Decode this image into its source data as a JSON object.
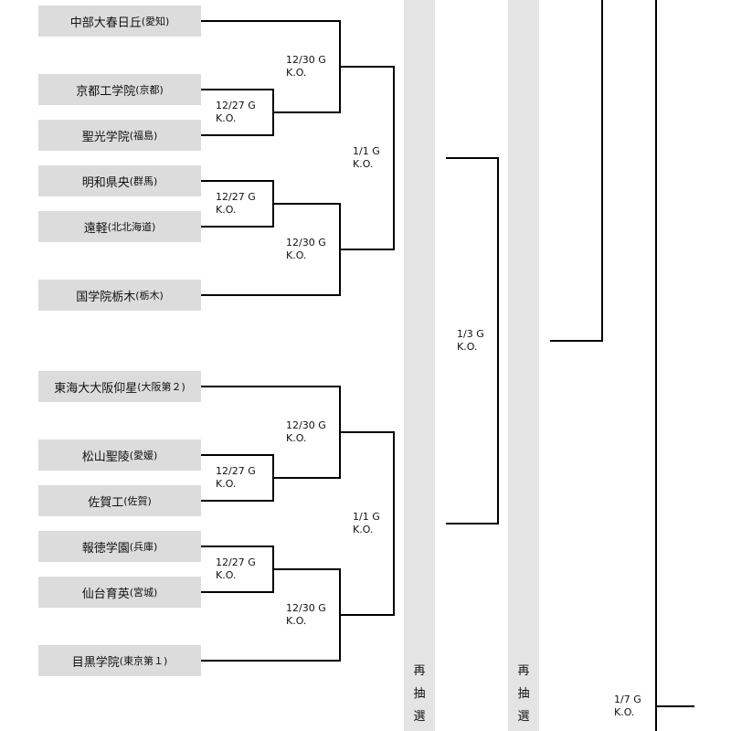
{
  "teams": [
    {
      "name": "中部大春日丘",
      "pref": "(愛知)"
    },
    {
      "name": "京都工学院",
      "pref": "(京都)"
    },
    {
      "name": "聖光学院",
      "pref": "(福島)"
    },
    {
      "name": "明和県央",
      "pref": "(群馬)"
    },
    {
      "name": "遠軽",
      "pref": "(北北海道)"
    },
    {
      "name": "国学院栃木",
      "pref": "(栃木)"
    },
    {
      "name": "東海大大阪仰星",
      "pref": "(大阪第２)"
    },
    {
      "name": "松山聖陵",
      "pref": "(愛媛)"
    },
    {
      "name": "佐賀工",
      "pref": "(佐賀)"
    },
    {
      "name": "報徳学園",
      "pref": "(兵庫)"
    },
    {
      "name": "仙台育英",
      "pref": "(宮城)"
    },
    {
      "name": "目黒学院",
      "pref": "(東京第１)"
    }
  ],
  "matches": [
    {
      "date": "12/30 G",
      "time": "K.O."
    },
    {
      "date": "12/27 G",
      "time": "K.O."
    },
    {
      "date": "1/1 G",
      "time": "K.O."
    },
    {
      "date": "12/27 G",
      "time": "K.O."
    },
    {
      "date": "12/30 G",
      "time": "K.O."
    },
    {
      "date": "1/3 G",
      "time": "K.O."
    },
    {
      "date": "12/30 G",
      "time": "K.O."
    },
    {
      "date": "12/27 G",
      "time": "K.O."
    },
    {
      "date": "1/1 G",
      "time": "K.O."
    },
    {
      "date": "12/27 G",
      "time": "K.O."
    },
    {
      "date": "12/30 G",
      "time": "K.O."
    },
    {
      "date": "1/7 G",
      "time": "K.O."
    }
  ],
  "redraw": [
    {
      "chars": [
        "再",
        "抽",
        "選"
      ]
    },
    {
      "chars": [
        "再",
        "抽",
        "選"
      ]
    }
  ]
}
